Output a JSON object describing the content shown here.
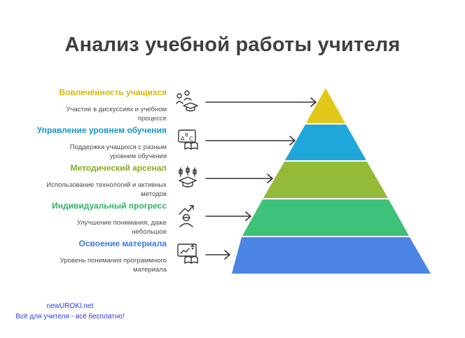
{
  "title": "Анализ учебной работы учителя",
  "levels": [
    {
      "title": "Вовлечённость учащихся",
      "desc1": "Участие в дискуссиях и учебном",
      "desc2": "процессе",
      "color": "#e2c81a",
      "icon": "people-graduation-icon"
    },
    {
      "title": "Управление уровнем обучения",
      "desc1": "Поддержка учащихся с разным",
      "desc2": "уровнем обучения",
      "color": "#1fa7da",
      "icon": "abc-book-icon"
    },
    {
      "title": "Методический арсенал",
      "desc1": "Использование технологий и активных",
      "desc2": "методов",
      "color": "#93bb38",
      "icon": "graduation-cap-icon"
    },
    {
      "title": "Индивидуальный прогресс",
      "desc1": "Улучшение понимания, даже",
      "desc2": "небольшое",
      "color": "#3ec178",
      "icon": "student-growth-icon"
    },
    {
      "title": "Освоение материала",
      "desc1": "Уровень понимания программного",
      "desc2": "материала",
      "color": "#4b84e3",
      "icon": "presentation-board-icon"
    }
  ],
  "footer": {
    "line1": "newUROKI.net",
    "line2": "Всё для учителя - всё бесплатно!"
  }
}
